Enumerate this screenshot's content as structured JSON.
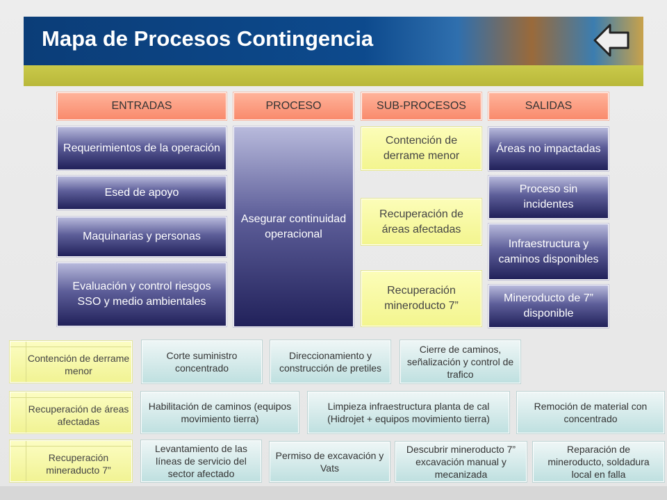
{
  "title": "Mapa de Procesos Contingencia",
  "icons": {
    "back": "back-arrow-icon"
  },
  "colors": {
    "header_blue": "#0d4a8d",
    "header_olive": "#c9c94a",
    "column_header": "#f98a6c",
    "navy_box": "#21215a",
    "yellow_box": "#f3f58f",
    "teal_box": "#bfe0e0"
  },
  "columns": {
    "entradas": {
      "header": "ENTRADAS",
      "items": [
        "Requerimientos de la operación",
        "Esed de apoyo",
        "Maquinarias y personas",
        "Evaluación y control riesgos SSO y medio ambientales"
      ]
    },
    "proceso": {
      "header": "PROCESO",
      "items": [
        "Asegurar continuidad operacional"
      ]
    },
    "subprocesos": {
      "header": "SUB-PROCESOS",
      "items": [
        "Contención de derrame menor",
        "Recuperación de áreas afectadas",
        "Recuperación mineroducto 7”"
      ]
    },
    "salidas": {
      "header": "SALIDAS",
      "items": [
        "Áreas no impactadas",
        "Proceso sin incidentes",
        "Infraestructura y caminos disponibles",
        "Mineroducto de 7” disponible"
      ]
    }
  },
  "detail_rows": [
    {
      "label": "Contención de derrame menor",
      "steps": [
        "Corte suministro concentrado",
        "Direccionamiento y construcción de pretiles",
        "Cierre de caminos, señalización y control de trafico"
      ]
    },
    {
      "label": "Recuperación de áreas afectadas",
      "steps": [
        "Habilitación de caminos (equipos movimiento tierra)",
        "Limpieza infraestructura planta de cal (Hidrojet + equipos movimiento tierra)",
        "Remoción de material con concentrado"
      ]
    },
    {
      "label": "Recuperación mineraducto 7”",
      "steps": [
        "Levantamiento de las líneas de servicio del sector afectado",
        "Permiso de excavación y Vats",
        "Descubrir mineroducto 7” excavación manual y mecanizada",
        "Reparación de mineroducto, soldadura local en falla"
      ]
    }
  ]
}
